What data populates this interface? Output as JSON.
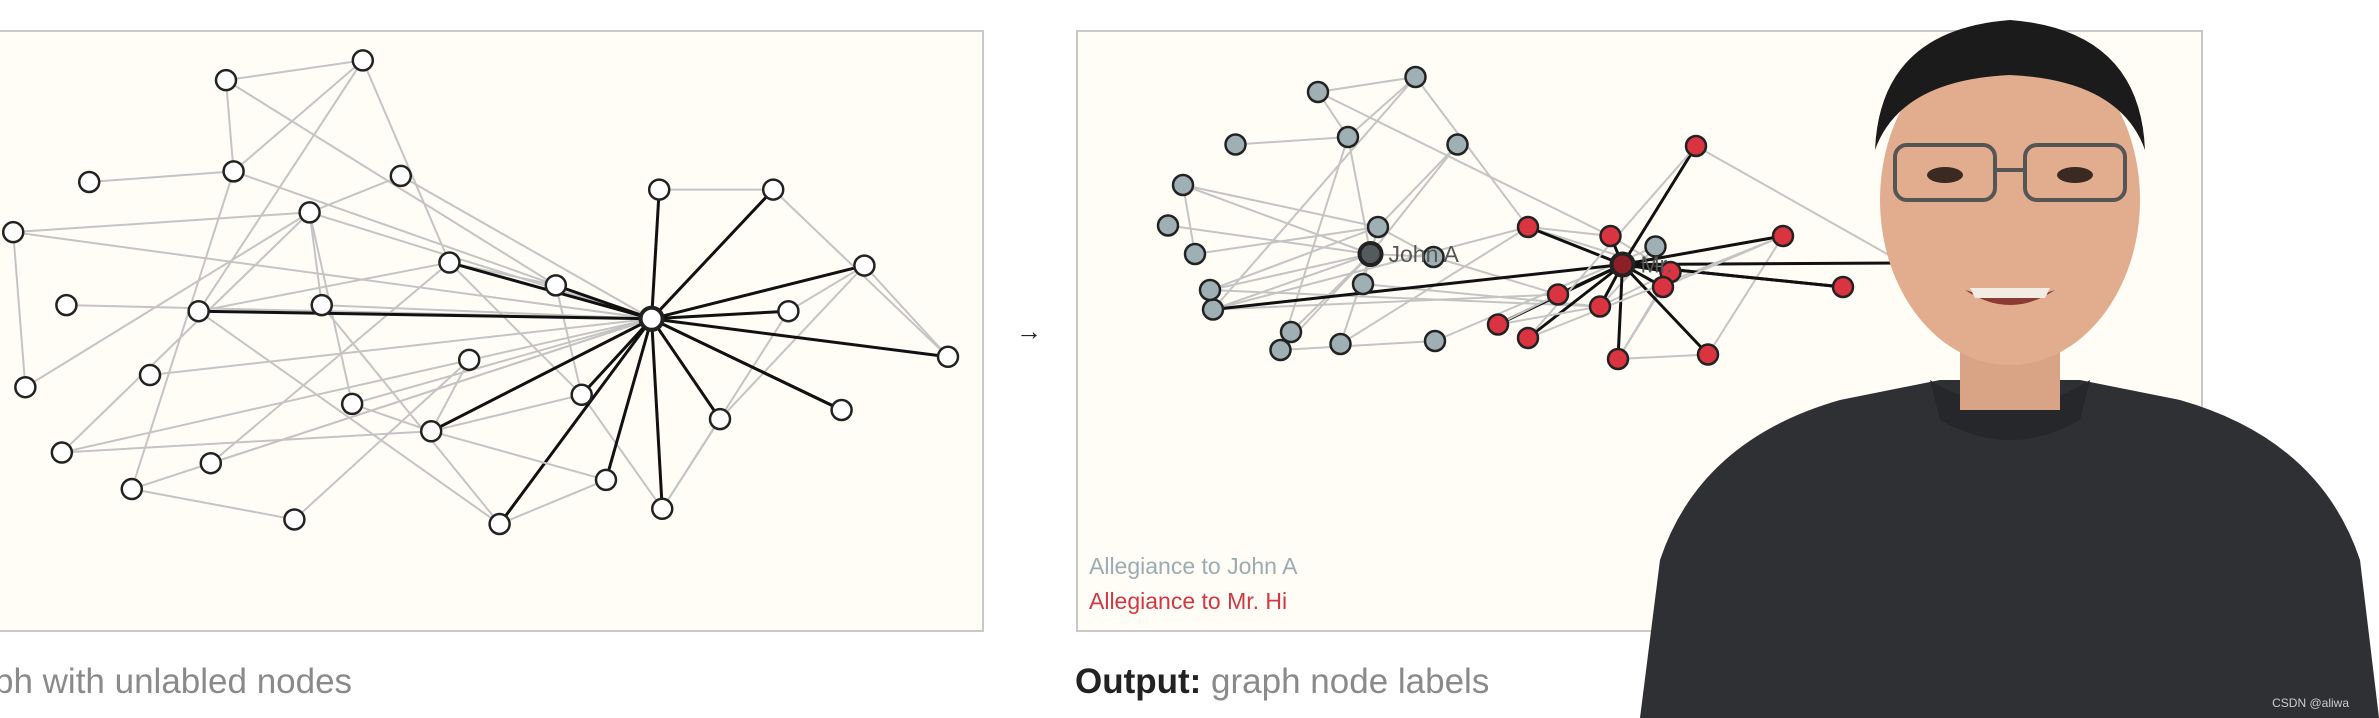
{
  "captions": {
    "left": "ph with unlabled nodes",
    "right_bold": "Output:",
    "right_rest": " graph node labels"
  },
  "arrow": "→",
  "legend": {
    "group_a": "Allegiance to John A",
    "group_b": "Allegiance to Mr. Hi"
  },
  "labels": {
    "john": "John A",
    "mrhi": "Mr."
  },
  "watermark": "CSDN @aliwa",
  "colors": {
    "group_a": "#9fb0b4",
    "group_b": "#d9343f",
    "hub_a": "#555a5c",
    "hub_b": "#8f1f27",
    "edge_light": "#c4c4c4",
    "edge_dark": "#111111",
    "node_unlabeled": "#ffffff"
  },
  "graph": {
    "nodes": [
      {
        "id": 0,
        "group": "A"
      },
      {
        "id": 1,
        "group": "A"
      },
      {
        "id": 2,
        "group": "A"
      },
      {
        "id": 3,
        "group": "A"
      },
      {
        "id": 4,
        "group": "A"
      },
      {
        "id": 5,
        "group": "A"
      },
      {
        "id": 6,
        "group": "A"
      },
      {
        "id": 7,
        "group": "A"
      },
      {
        "id": 8,
        "group": "A"
      },
      {
        "id": 9,
        "group": "A"
      },
      {
        "id": 10,
        "group": "A"
      },
      {
        "id": 11,
        "group": "A"
      },
      {
        "id": 12,
        "group": "A"
      },
      {
        "id": 13,
        "group": "A"
      },
      {
        "id": 14,
        "group": "A"
      },
      {
        "id": 15,
        "group": "A"
      },
      {
        "id": 16,
        "group": "A"
      },
      {
        "id": 17,
        "group": "A"
      },
      {
        "id": 18,
        "group": "A"
      },
      {
        "id": 19,
        "group": "B"
      },
      {
        "id": 20,
        "group": "B"
      },
      {
        "id": 21,
        "group": "B"
      },
      {
        "id": 22,
        "group": "B"
      },
      {
        "id": 23,
        "group": "B"
      },
      {
        "id": 24,
        "group": "B"
      },
      {
        "id": 25,
        "group": "B"
      },
      {
        "id": 26,
        "group": "B"
      },
      {
        "id": 27,
        "group": "B"
      },
      {
        "id": 28,
        "group": "B"
      },
      {
        "id": 29,
        "group": "B"
      },
      {
        "id": 30,
        "group": "B"
      },
      {
        "id": 31,
        "group": "B"
      },
      {
        "id": 32,
        "group": "B"
      },
      {
        "id": 33,
        "group": "B"
      }
    ],
    "hub_a": 9,
    "hub_b": 30,
    "edges": [
      [
        0,
        1
      ],
      [
        0,
        3
      ],
      [
        1,
        3
      ],
      [
        1,
        7
      ],
      [
        2,
        3
      ],
      [
        3,
        9
      ],
      [
        3,
        15
      ],
      [
        7,
        9
      ],
      [
        4,
        6
      ],
      [
        4,
        9
      ],
      [
        4,
        10
      ],
      [
        5,
        9
      ],
      [
        6,
        10
      ],
      [
        8,
        9
      ],
      [
        9,
        10
      ],
      [
        9,
        11
      ],
      [
        9,
        12
      ],
      [
        9,
        13
      ],
      [
        9,
        14
      ],
      [
        9,
        16
      ],
      [
        9,
        15
      ],
      [
        10,
        12
      ],
      [
        10,
        14
      ],
      [
        10,
        13
      ],
      [
        11,
        10
      ],
      [
        16,
        19
      ],
      [
        15,
        17
      ],
      [
        17,
        18
      ],
      [
        18,
        22
      ],
      [
        14,
        22
      ],
      [
        13,
        22
      ],
      [
        12,
        23
      ],
      [
        7,
        19
      ],
      [
        0,
        20
      ],
      [
        19,
        21
      ],
      [
        19,
        20
      ],
      [
        20,
        21
      ],
      [
        1,
        19
      ],
      [
        7,
        23
      ],
      [
        21,
        22
      ],
      [
        21,
        25
      ],
      [
        25,
        27
      ],
      [
        26,
        28
      ],
      [
        19,
        30
      ],
      [
        20,
        30
      ],
      [
        21,
        30
      ],
      [
        22,
        30
      ],
      [
        23,
        30
      ],
      [
        24,
        30
      ],
      [
        25,
        30
      ],
      [
        26,
        30
      ],
      [
        27,
        30
      ],
      [
        28,
        30
      ],
      [
        29,
        30
      ],
      [
        31,
        30
      ],
      [
        32,
        30
      ],
      [
        33,
        30
      ],
      [
        7,
        30
      ],
      [
        28,
        31
      ],
      [
        31,
        32
      ],
      [
        32,
        33
      ],
      [
        29,
        30
      ],
      [
        24,
        22
      ],
      [
        25,
        26
      ],
      [
        23,
        24
      ],
      [
        27,
        28
      ]
    ]
  }
}
